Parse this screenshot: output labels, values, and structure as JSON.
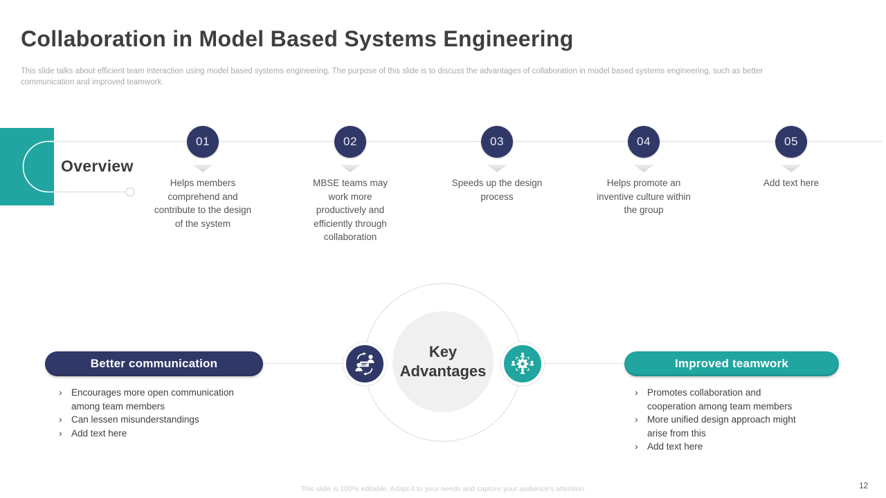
{
  "slide": {
    "title": "Collaboration in Model Based Systems Engineering",
    "subtitle": "This slide talks about efficient team interaction using model based systems engineering. The purpose of this slide is to discuss the advantages of collaboration in model based systems engineering, such as better communication and improved teamwork.",
    "footer_note": "This slide is 100% editable. Adapt it to your needs and capture your audience's attention.",
    "page_number": "12"
  },
  "overview": {
    "label": "Overview"
  },
  "timeline": {
    "steps": [
      {
        "number": "01",
        "text": "Helps members comprehend and contribute to the design of the system"
      },
      {
        "number": "02",
        "text": "MBSE teams may work more productively and efficiently through collaboration"
      },
      {
        "number": "03",
        "text": "Speeds up the design process"
      },
      {
        "number": "04",
        "text": "Helps promote an inventive culture within the group"
      },
      {
        "number": "05",
        "text": "Add text here"
      }
    ]
  },
  "hub": {
    "title": "Key Advantages",
    "left_icon": "communication-exchange-icon",
    "right_icon": "teamwork-gear-icon"
  },
  "advantages": {
    "left": {
      "title": "Better communication",
      "bullets": [
        "Encourages more open communication among team members",
        "Can lessen misunderstandings",
        "Add text here"
      ]
    },
    "right": {
      "title": "Improved teamwork",
      "bullets": [
        "Promotes collaboration and cooperation among team members",
        "More unified design approach might arise from this",
        "Add text here"
      ]
    }
  },
  "ui": {
    "bullet_glyph": "›"
  },
  "colors": {
    "accent_navy": "#303868",
    "accent_teal": "#21a5a0",
    "title_gray": "#3f3f3f",
    "body_gray": "#555555",
    "line_gray": "#e3e3e3",
    "subtitle_gray": "#a9a9a9"
  }
}
